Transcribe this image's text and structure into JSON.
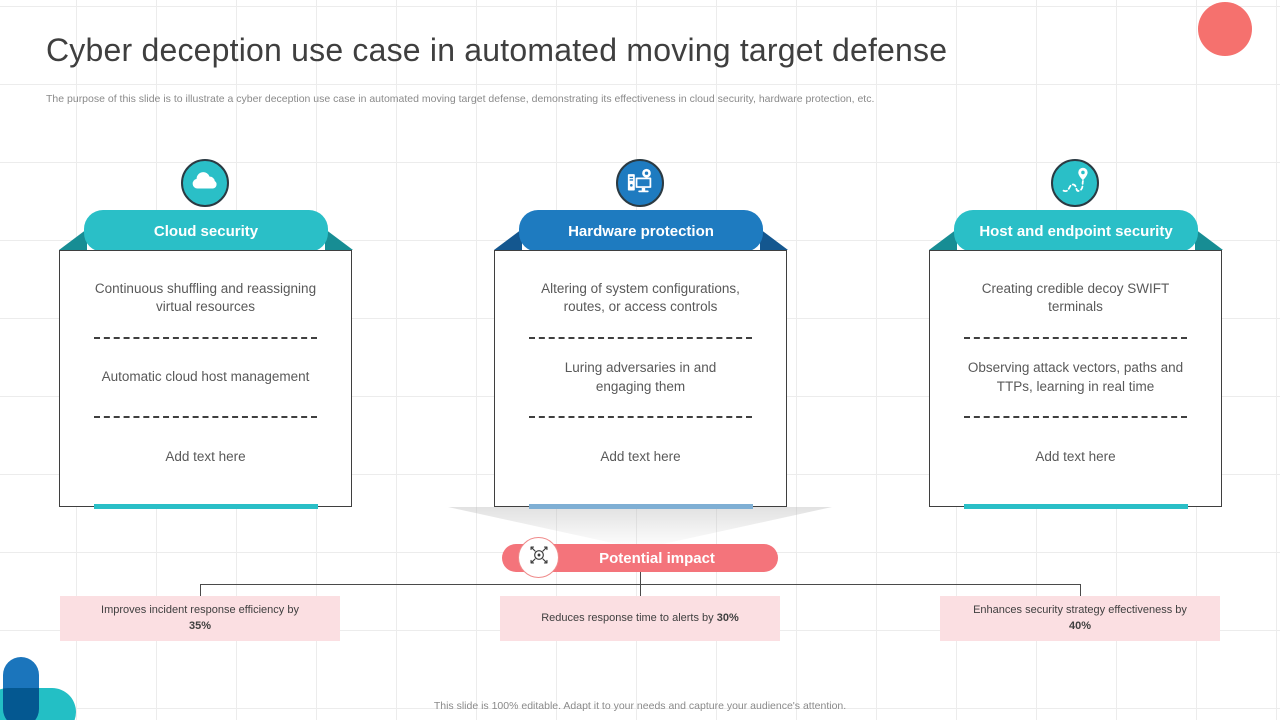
{
  "slide": {
    "title": "Cyber deception use case in automated moving target defense",
    "subtitle": "The purpose of this slide is to illustrate a cyber deception use case in automated moving target defense, demonstrating its effectiveness in cloud security, hardware protection, etc.",
    "footer": "This slide is 100% editable. Adapt it to your needs and capture your audience's attention."
  },
  "columns": [
    {
      "header": "Cloud security",
      "icon": "cloud-icon",
      "theme": "teal",
      "items": [
        "Continuous shuffling and reassigning virtual resources",
        "Automatic cloud host management",
        "Add text here"
      ]
    },
    {
      "header": "Hardware protection",
      "icon": "hardware-icon",
      "theme": "blue",
      "items": [
        "Altering of system configurations, routes, or access controls",
        "Luring adversaries in and engaging them",
        "Add text here"
      ]
    },
    {
      "header": "Host and endpoint security",
      "icon": "route-pin-icon",
      "theme": "teal",
      "items": [
        "Creating credible decoy SWIFT terminals",
        "Observing attack vectors, paths and TTPs, learning in real time",
        "Add text here"
      ]
    }
  ],
  "impact": {
    "label": "Potential impact",
    "items": [
      {
        "text": "Improves incident response efficiency by",
        "value": "35%"
      },
      {
        "text": "Reduces response time to alerts by",
        "value": "30%"
      },
      {
        "text": "Enhances security strategy effectiveness by",
        "value": "40%"
      }
    ]
  },
  "colors": {
    "teal": "#2abfc7",
    "teal_dark": "#178d94",
    "blue": "#1e7bc0",
    "blue_dark": "#14578f",
    "light_blue_accent": "#7fafd4",
    "coral": "#f4747b",
    "coral_circle": "#f5716e",
    "pink_box": "#fbdfe2"
  }
}
